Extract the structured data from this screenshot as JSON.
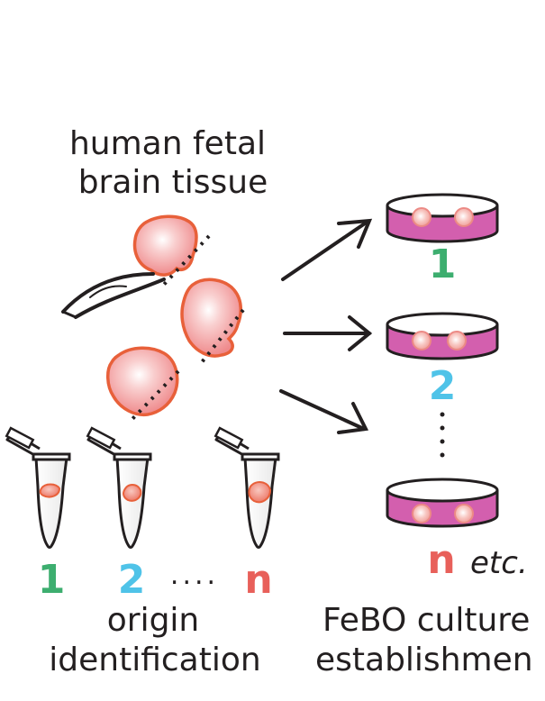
{
  "title": {
    "line1": "human fetal",
    "line2": "brain tissue"
  },
  "origin": {
    "line1": "origin",
    "line2": "identification",
    "tube_labels": [
      "1",
      "2",
      "n"
    ],
    "ellipsis": "...."
  },
  "culture": {
    "line1": "FeBO culture",
    "line2": "establishmen",
    "dish_labels": [
      "1",
      "2",
      "n"
    ],
    "etc": "etc."
  },
  "colors": {
    "label_1": "#3dae6f",
    "label_2": "#4fc3e8",
    "label_n": "#e8605a",
    "tissue_stroke": "#e8603a",
    "tissue_fill": "#f4a3a0",
    "dish_medium": "#d35fae",
    "text": "#231f20"
  }
}
